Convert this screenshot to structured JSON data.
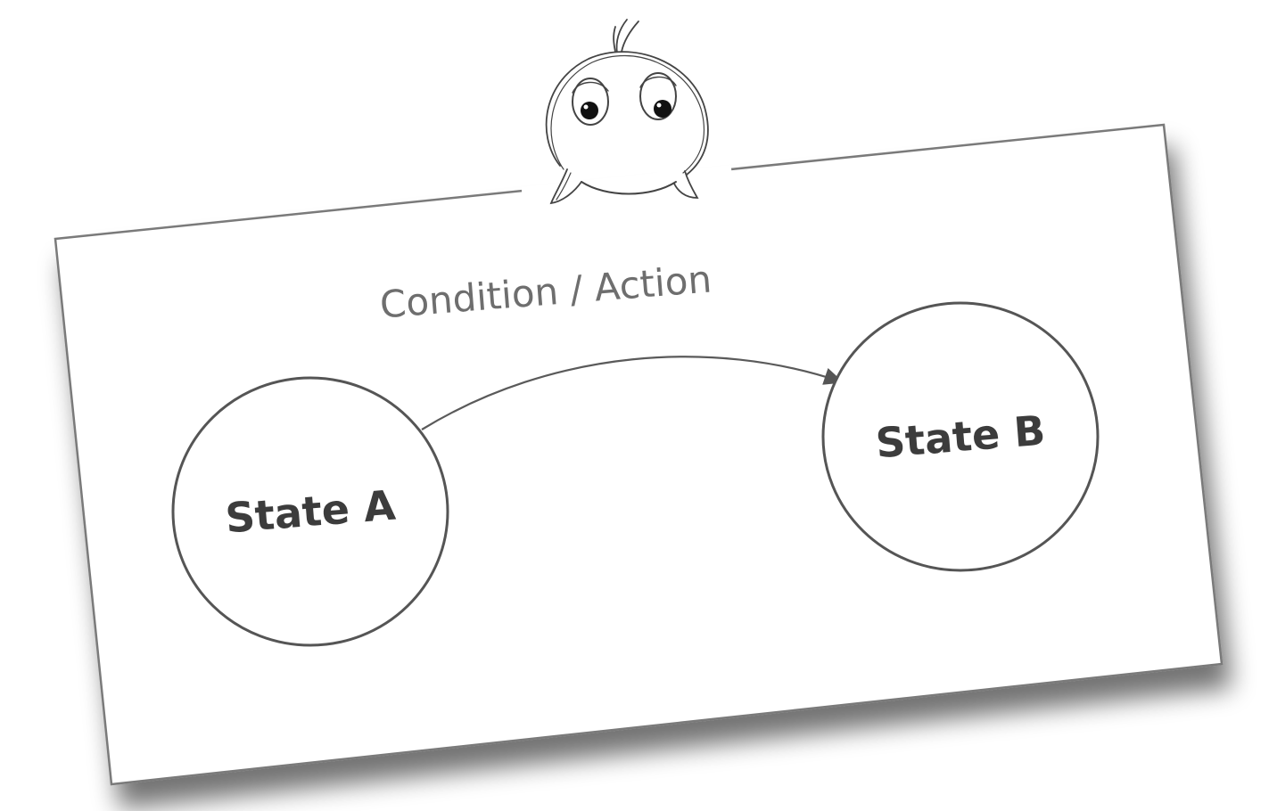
{
  "diagram": {
    "transition_label": "Condition / Action",
    "states": [
      {
        "id": "a",
        "label": "State A"
      },
      {
        "id": "b",
        "label": "State B"
      }
    ],
    "transitions": [
      {
        "from": "a",
        "to": "b",
        "label": "Condition / Action"
      }
    ],
    "mascot": "cartoon-bird-peeking"
  },
  "colors": {
    "paper": "#ffffff",
    "stroke": "#555555",
    "text_light": "#6e6e6e",
    "text_dark": "#3c3c3c",
    "shadow": "#9a9a9a"
  }
}
